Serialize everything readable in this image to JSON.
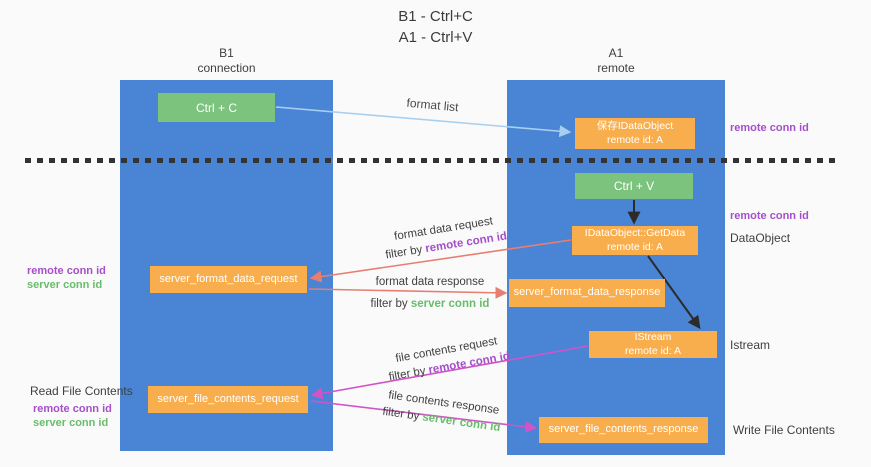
{
  "title": {
    "line1": "B1 - Ctrl+C",
    "line2": "A1 - Ctrl+V"
  },
  "columns": {
    "left": {
      "name": "B1",
      "role": "connection"
    },
    "right": {
      "name": "A1",
      "role": "remote"
    }
  },
  "nodes": {
    "ctrl_c": "Ctrl + C",
    "ctrl_v": "Ctrl + V",
    "save_dataobject": {
      "line1": "保存IDataObject",
      "line2": "remote id: A"
    },
    "getdata": {
      "line1": "IDataObject::GetData",
      "line2": "remote id: A"
    },
    "istream": {
      "line1": "IStream",
      "line2": "remote id: A"
    },
    "server_format_data_request": "server_format_data_request",
    "server_format_data_response": "server_format_data_response",
    "server_file_contents_request": "server_file_contents_request",
    "server_file_contents_response": "server_file_contents_response"
  },
  "arrows": {
    "format_list": {
      "label": "format list"
    },
    "format_data_request": {
      "label": "format data request",
      "filter_prefix": "filter by ",
      "filter_key": "remote conn id"
    },
    "format_data_response": {
      "label": "format data response",
      "filter_prefix": "filter by ",
      "filter_key": "server conn id"
    },
    "file_contents_request": {
      "label": "file contents request",
      "filter_prefix": "filter by ",
      "filter_key": "remote conn id"
    },
    "file_contents_response": {
      "label": "file contents response",
      "filter_prefix": "filter by ",
      "filter_key": "server conn id"
    }
  },
  "side_right": {
    "remote_conn_id_copy": "remote conn id",
    "remote_conn_id_paste": "remote conn id",
    "dataobject": "DataObject",
    "istream": "Istream",
    "write_file_contents": "Write File Contents"
  },
  "side_left": {
    "format_remote_conn_id": "remote conn id",
    "format_server_conn_id": "server conn id",
    "read_file_contents": "Read File Contents",
    "file_remote_conn_id": "remote conn id",
    "file_server_conn_id": "server conn id"
  },
  "colors": {
    "lifeline_blue": "#4a85d5",
    "node_green": "#7cc47e",
    "node_orange": "#f9ae4d",
    "keyword_purple": "#a54fc9",
    "keyword_green": "#67bd6b",
    "arrow_light_blue": "#a9cff0",
    "arrow_salmon": "#e87e72",
    "arrow_magenta": "#d153c8",
    "arrow_black": "#2b2b2b"
  }
}
